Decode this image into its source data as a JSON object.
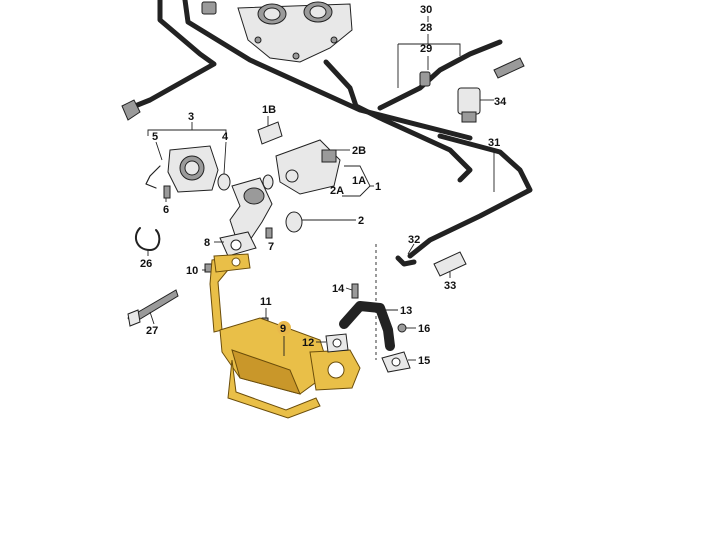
{
  "diagram": {
    "highlight_color": "#e8b84a",
    "line_color": "#222222",
    "callouts": {
      "c1": "1",
      "c1A": "1A",
      "c1B": "1B",
      "c2": "2",
      "c2A": "2A",
      "c2B": "2B",
      "c3": "3",
      "c4": "4",
      "c5": "5",
      "c6": "6",
      "c7": "7",
      "c8": "8",
      "c9": "9",
      "c10": "10",
      "c11": "11",
      "c12": "12",
      "c13": "13",
      "c14": "14",
      "c15": "15",
      "c16": "16",
      "c26": "26",
      "c27": "27",
      "c28": "28",
      "c29": "29",
      "c30": "30",
      "c31": "31",
      "c32": "32",
      "c33": "33",
      "c34": "34"
    }
  }
}
